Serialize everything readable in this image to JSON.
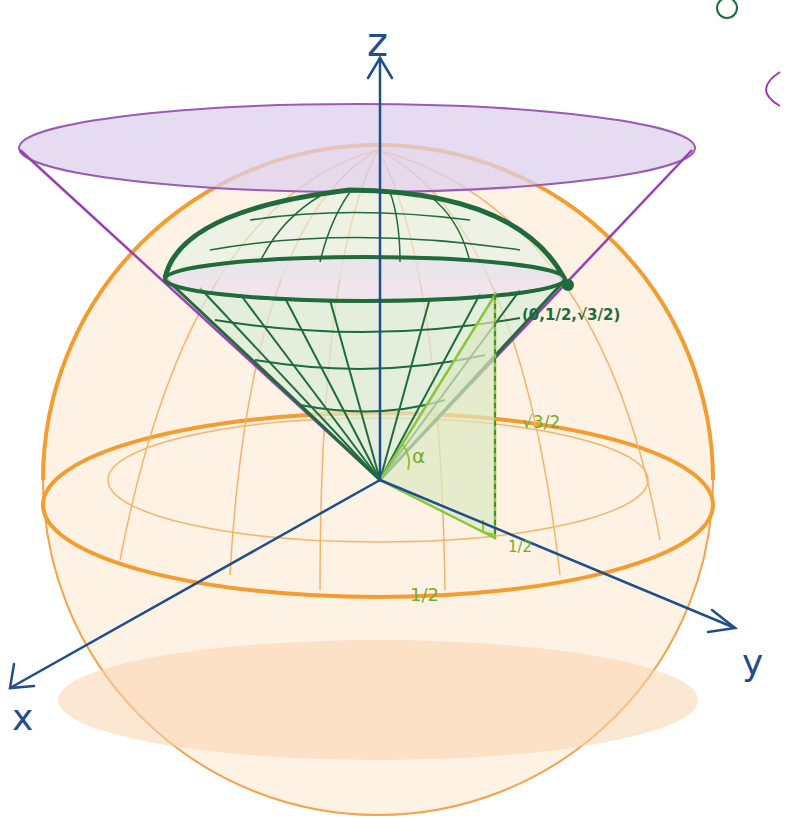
{
  "diagram": {
    "labels": [
      "z",
      "y",
      "x",
      "(0,1/2,√3/2)",
      "√3/2",
      "1/2",
      "1/2",
      "α"
    ]
  }
}
